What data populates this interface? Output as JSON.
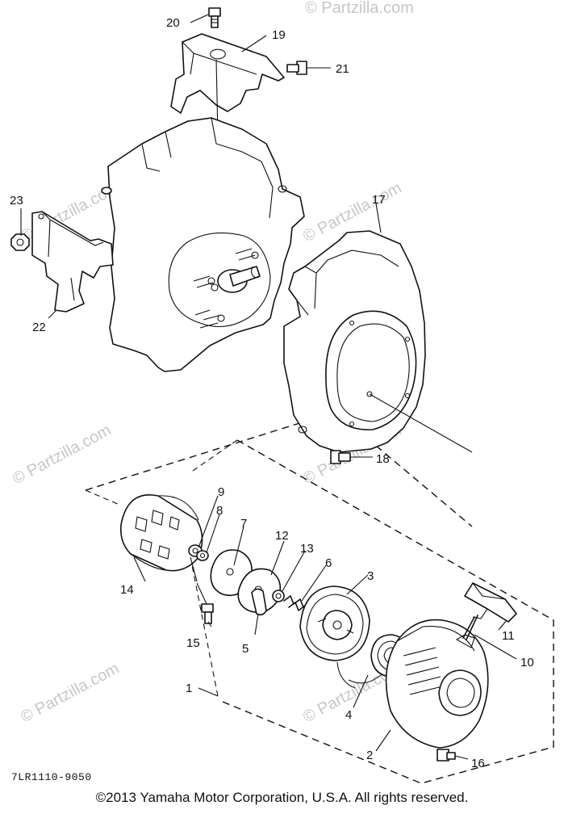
{
  "watermark": {
    "text": "© Partzilla.com"
  },
  "callouts": [
    {
      "id": "1",
      "label": "1"
    },
    {
      "id": "2",
      "label": "2"
    },
    {
      "id": "3",
      "label": "3"
    },
    {
      "id": "4",
      "label": "4"
    },
    {
      "id": "5",
      "label": "5"
    },
    {
      "id": "6",
      "label": "6"
    },
    {
      "id": "7",
      "label": "7"
    },
    {
      "id": "8",
      "label": "8"
    },
    {
      "id": "9",
      "label": "9"
    },
    {
      "id": "10",
      "label": "10"
    },
    {
      "id": "11",
      "label": "11"
    },
    {
      "id": "12",
      "label": "12"
    },
    {
      "id": "13",
      "label": "13"
    },
    {
      "id": "14",
      "label": "14"
    },
    {
      "id": "15",
      "label": "15"
    },
    {
      "id": "16",
      "label": "16"
    },
    {
      "id": "17",
      "label": "17"
    },
    {
      "id": "18",
      "label": "18"
    },
    {
      "id": "19",
      "label": "19"
    },
    {
      "id": "20",
      "label": "20"
    },
    {
      "id": "21",
      "label": "21"
    },
    {
      "id": "22",
      "label": "22"
    },
    {
      "id": "23",
      "label": "23"
    }
  ],
  "footer": {
    "drawing_code": "7LR1110-9050",
    "copyright": "©2013  Yamaha Motor Corporation, U.S.A. All rights reserved."
  }
}
